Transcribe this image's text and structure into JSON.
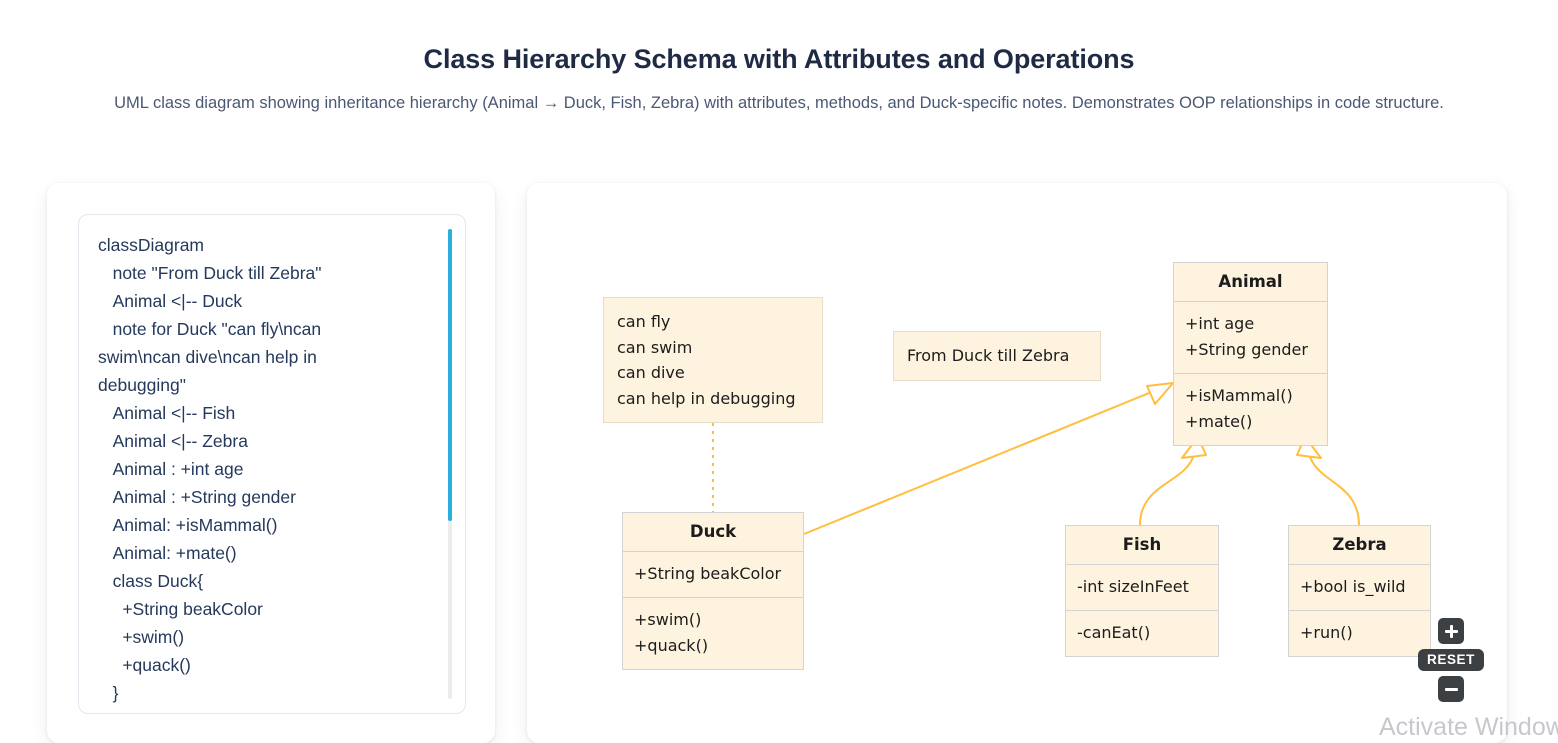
{
  "header": {
    "title": "Class Hierarchy Schema with Attributes and Operations",
    "subtitle": "UML class diagram showing inheritance hierarchy (Animal → Duck, Fish, Zebra) with attributes, methods, and Duck-specific notes. Demonstrates OOP relationships in code structure."
  },
  "code_panel": {
    "source": "classDiagram\n   note \"From Duck till Zebra\"\n   Animal <|-- Duck\n   note for Duck \"can fly\\ncan swim\\ncan dive\\ncan help in debugging\"\n   Animal <|-- Fish\n   Animal <|-- Zebra\n   Animal : +int age\n   Animal : +String gender\n   Animal: +isMammal()\n   Animal: +mate()\n   class Duck{\n     +String beakColor\n     +swim()\n     +quack()\n   }"
  },
  "diagram": {
    "notes": {
      "general": "From Duck till Zebra",
      "duck": "can fly\ncan swim\ncan dive\ncan help in debugging"
    },
    "classes": {
      "animal": {
        "name": "Animal",
        "attributes": "+int age\n+String gender",
        "methods": "+isMammal()\n+mate()"
      },
      "duck": {
        "name": "Duck",
        "attributes": "+String beakColor",
        "methods": "+swim()\n+quack()"
      },
      "fish": {
        "name": "Fish",
        "attributes": "-int sizeInFeet",
        "methods": "-canEat()"
      },
      "zebra": {
        "name": "Zebra",
        "attributes": "+bool is_wild",
        "methods": "+run()"
      }
    },
    "relationships": [
      {
        "from": "Duck",
        "to": "Animal",
        "type": "inheritance"
      },
      {
        "from": "Fish",
        "to": "Animal",
        "type": "inheritance"
      },
      {
        "from": "Zebra",
        "to": "Animal",
        "type": "inheritance"
      }
    ],
    "colors": {
      "node_fill": "#fdf3df",
      "node_border": "#d3d3d3",
      "edge": "#ffbe3d",
      "scrollbar": "#29b0e0"
    }
  },
  "zoom_controls": {
    "zoom_in_label": "+",
    "reset_label": "RESET",
    "zoom_out_label": "−"
  },
  "watermark": {
    "text": "Activate Windows"
  }
}
